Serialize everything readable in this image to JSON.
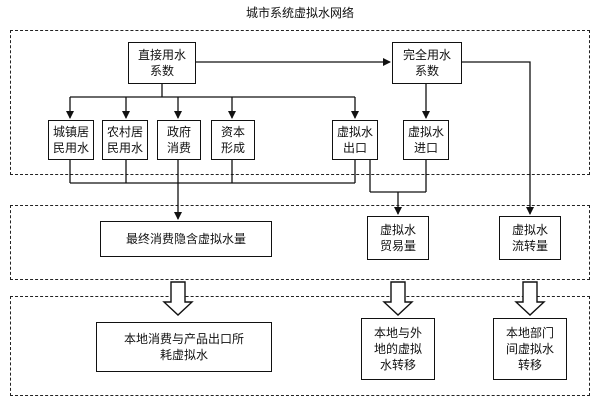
{
  "title": "城市系统虚拟水网络",
  "nodes": {
    "direct_coef": "直接用水\n系数",
    "complete_coef": "完全用水\n系数",
    "urban_water": "城镇居\n民用水",
    "rural_water": "农村居\n民用水",
    "gov_consumption": "政府\n消费",
    "capital_formation": "资本\n形成",
    "virtual_export": "虚拟水\n出口",
    "virtual_import": "虚拟水\n进口",
    "final_consumption": "最终消费隐含虚拟水量",
    "virtual_trade": "虚拟水\n贸易量",
    "virtual_flow": "虚拟水\n流转量",
    "local_consumption": "本地消费与产品出口所\n耗虚拟水",
    "local_external_transfer": "本地与外\n地的虚拟\n水转移",
    "local_sector_transfer": "本地部门\n间虚拟水\n转移"
  }
}
